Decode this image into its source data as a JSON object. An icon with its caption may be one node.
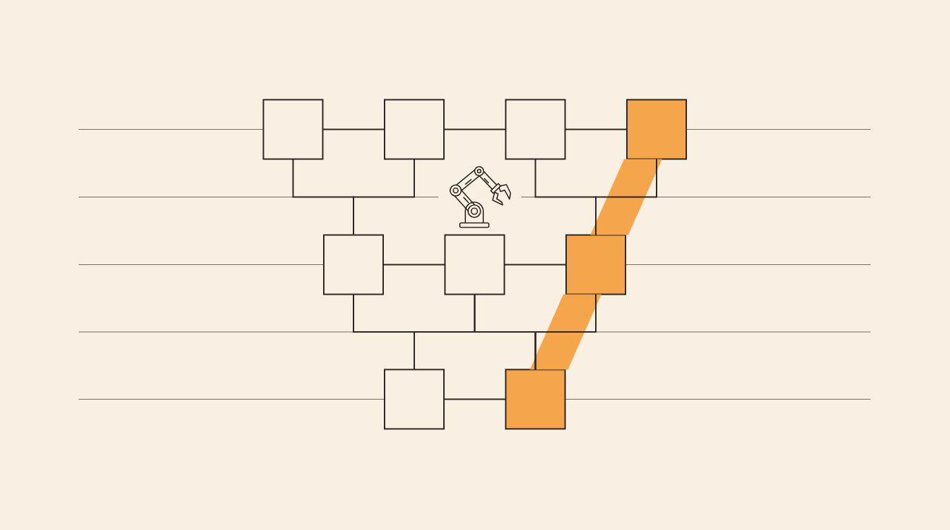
{
  "diagram": {
    "nodes": [
      {
        "text": [],
        "shape": "box"
      },
      {
        "text": [],
        "shape": "box"
      },
      {
        "text": [],
        "shape": "box"
      },
      {
        "text": [],
        "shape": "box"
      },
      {
        "text": [],
        "shape": "box"
      },
      {
        "text": [],
        "shape": "box"
      },
      {
        "text": [],
        "shape": "box"
      },
      {
        "text": [],
        "shape": "box"
      },
      {
        "text": [],
        "shape": "box"
      }
    ],
    "edges": [
      {
        "from": 0,
        "to": 1,
        "arrow": "none"
      },
      {
        "from": 1,
        "to": 2,
        "arrow": "none"
      },
      {
        "from": 2,
        "to": 3,
        "arrow": "none"
      },
      {
        "from": 0,
        "to": 4,
        "arrow": "none"
      },
      {
        "from": 1,
        "to": 4,
        "arrow": "none"
      },
      {
        "from": 2,
        "to": 6,
        "arrow": "none"
      },
      {
        "from": 3,
        "to": 6,
        "arrow": "none"
      },
      {
        "from": 4,
        "to": 5,
        "arrow": "none"
      },
      {
        "from": 5,
        "to": 6,
        "arrow": "none"
      },
      {
        "from": 4,
        "to": 7,
        "arrow": "none"
      },
      {
        "from": 4,
        "to": 8,
        "arrow": "none"
      },
      {
        "from": 5,
        "to": 7,
        "arrow": "none"
      },
      {
        "from": 5,
        "to": 8,
        "arrow": "none"
      },
      {
        "from": 6,
        "to": 7,
        "arrow": "none"
      },
      {
        "from": 6,
        "to": 8,
        "arrow": "none"
      },
      {
        "from": 7,
        "to": 8,
        "arrow": "none"
      },
      {
        "from": 3,
        "to": 6,
        "arrow": "none",
        "style": "thick",
        "color": "#f5a54a"
      },
      {
        "from": 6,
        "to": 8,
        "arrow": "none",
        "style": "thick",
        "color": "#f5a54a"
      }
    ]
  }
}
